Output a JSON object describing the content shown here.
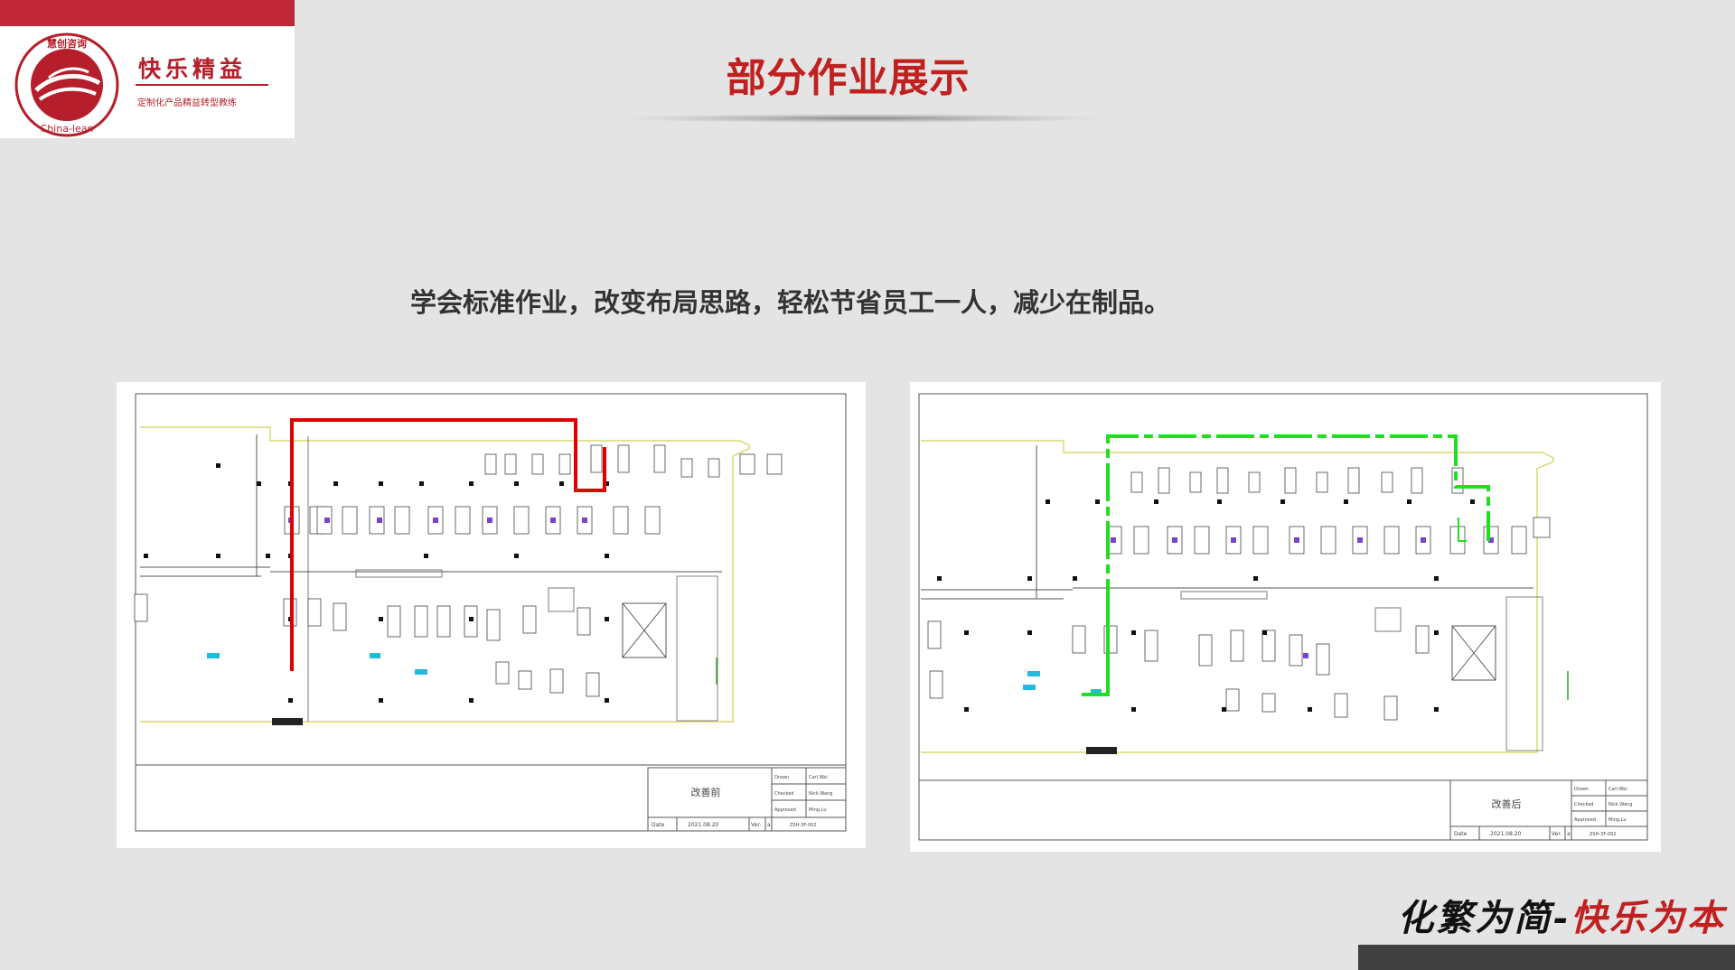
{
  "brand": {
    "seal_top_text": "慧创咨询",
    "seal_bottom_text": "China-lean",
    "name": "快乐精益",
    "tagline": "定制化产品精益转型教练"
  },
  "page": {
    "title": "部分作业展示",
    "subtitle": "学会标准作业，改变布局思路，轻松节省员工一人，减少在制品。"
  },
  "drawings": [
    {
      "route_color": "#e00000",
      "caption": "改善前",
      "drawn_label": "Drawn",
      "drawn_value": "Carl.Wei",
      "checked_label": "Checked",
      "checked_value": "Nick.Wang",
      "approved_label": "Approved",
      "approved_value": "Ming.Lu",
      "date_label": "Date",
      "date_value": "2021.08.20",
      "ver_label": "Ver.",
      "ver_value": "a",
      "drawing_no": "ZSH-3F-002"
    },
    {
      "route_color": "#22dd22",
      "caption": "改善后",
      "drawn_label": "Drawn",
      "drawn_value": "Carl.Wei",
      "checked_label": "Checked",
      "checked_value": "Nick.Wang",
      "approved_label": "Approved",
      "approved_value": "Ming.Lu",
      "date_label": "Date",
      "date_value": "2021.08.20",
      "ver_label": "Ver.",
      "ver_value": "a",
      "drawing_no": "ZSH-3F-002"
    }
  ],
  "footer": {
    "slogan_main": "化繁为简-",
    "slogan_accent": "快乐为本"
  },
  "colors": {
    "brand_red": "#c0283a",
    "title_red": "#c0201f",
    "background": "#e4e4e4"
  }
}
